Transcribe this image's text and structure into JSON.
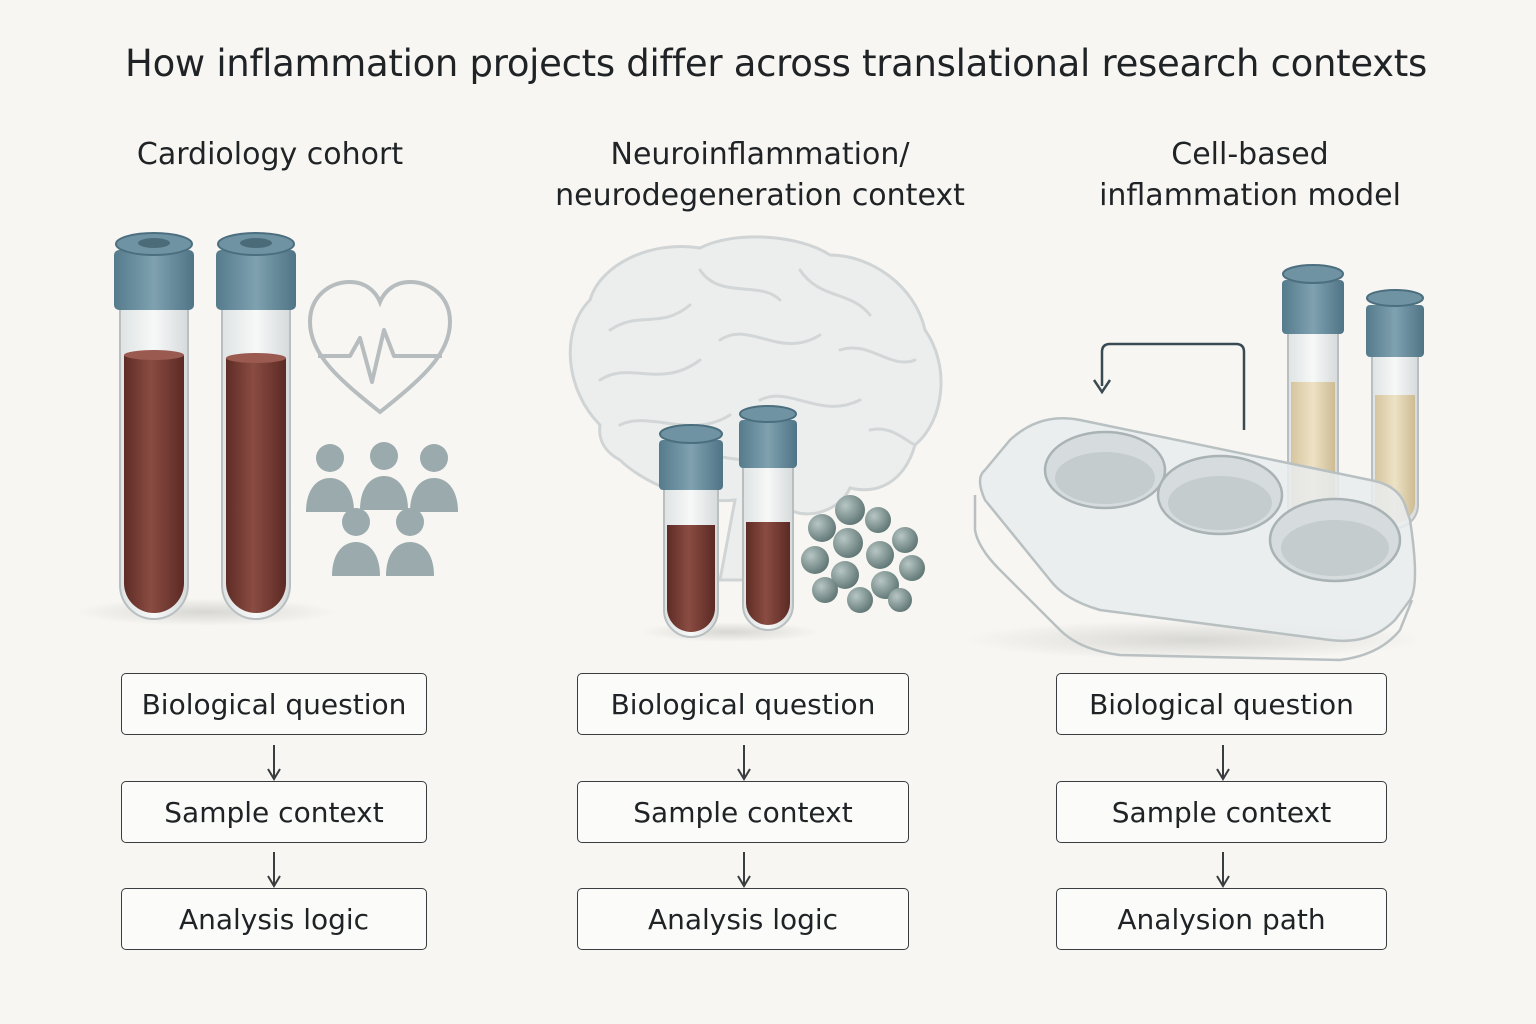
{
  "title": "How inflammation projects differ across translational research contexts",
  "columns": [
    {
      "title": "Cardiology cohort",
      "steps": [
        "Biological question",
        "Sample context",
        "Analysis logic"
      ]
    },
    {
      "title_line1": "Neuroinflammation/",
      "title_line2": "neurodegeneration context",
      "steps": [
        "Biological question",
        "Sample context",
        "Analysis logic"
      ]
    },
    {
      "title_line1": "Cell-based",
      "title_line2": "inflammation model",
      "steps": [
        "Biological question",
        "Sample context",
        "Analysion path"
      ]
    }
  ],
  "colors": {
    "cap": "#6f93a3",
    "blood": "#7a3f37",
    "serum": "#d9c9a8",
    "icon_gray": "#9aa8ab",
    "cluster": "#7d9290"
  }
}
